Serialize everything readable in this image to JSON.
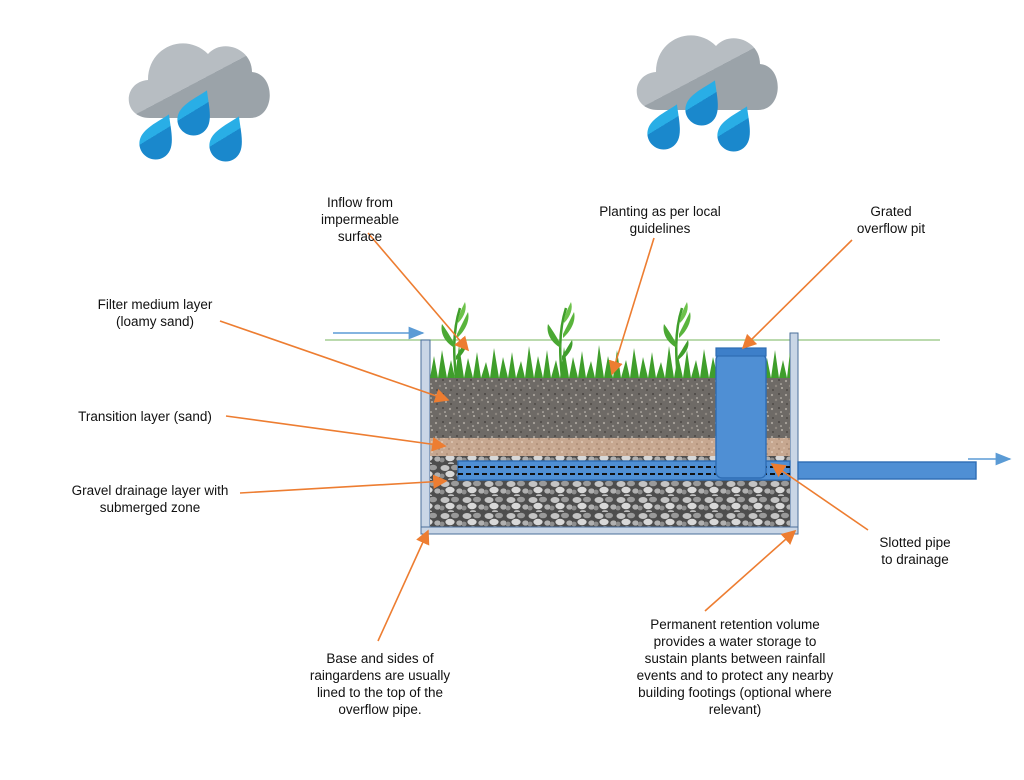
{
  "labels": {
    "inflow": [
      "Inflow from",
      "impermeable",
      "surface"
    ],
    "planting": [
      "Planting  as per local",
      "guidelines"
    ],
    "overflow_pit": [
      "Grated",
      "overflow pit"
    ],
    "filter_layer": [
      "Filter medium layer",
      "(loamy sand)"
    ],
    "transition_layer": [
      "Transition layer (sand)"
    ],
    "gravel_layer": [
      "Gravel drainage layer with",
      "submerged zone"
    ],
    "slotted_pipe": [
      "Slotted pipe",
      "to drainage"
    ],
    "retention": [
      "Permanent retention volume",
      "provides a water storage to",
      "sustain plants between rainfall",
      "events and to protect any nearby",
      "building footings (optional where",
      "relevant)"
    ],
    "base_sides": [
      "Base and sides of",
      "raingardens are usually",
      "lined to the top of the",
      "overflow pipe."
    ]
  },
  "icons": {
    "rain_cloud_left": "rain-cloud-icon",
    "rain_cloud_right": "rain-cloud-icon",
    "inflow_arrow": "arrow-right-icon",
    "outflow_arrow": "arrow-right-icon"
  },
  "colors": {
    "cloud_light": "#b8bec3",
    "cloud_dark": "#9aa2a8",
    "raindrop": "#1e9ad6",
    "raindrop_dark": "#1676b5",
    "leader_line": "#ed7d31",
    "pipe": "#4f8fd4",
    "pipe_edge": "#2e6db4",
    "liner": "#c9d6e6",
    "grass": "#3f9e2b",
    "ground_line": "#92c47d",
    "flow_arrow": "#5b9bd5",
    "filter_media": "#6b6661",
    "transition_sand": "#c6a790",
    "gravel": "#a9a9a9"
  }
}
